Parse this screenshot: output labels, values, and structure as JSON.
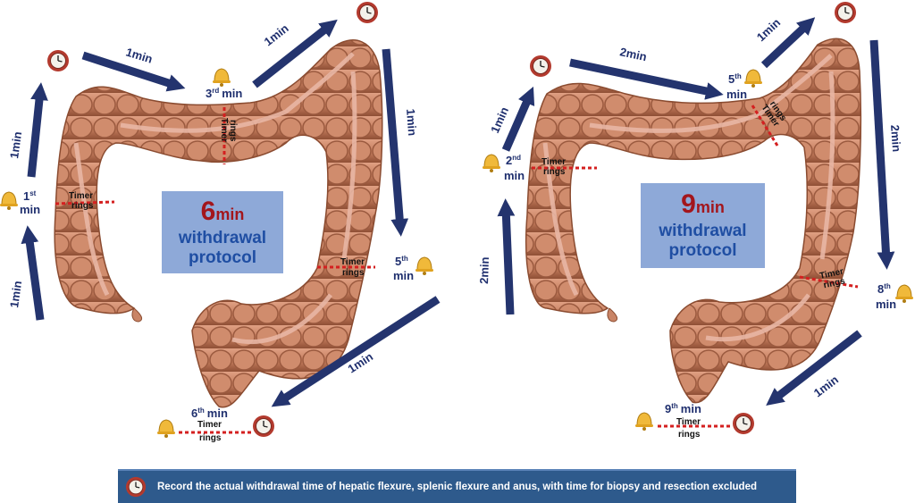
{
  "left": {
    "box": {
      "number": "6",
      "unit": "min",
      "line1": "withdrawal",
      "line2": "protocol"
    },
    "arrows": [
      "1min",
      "1min",
      "1min",
      "1min",
      "1min",
      "1min"
    ],
    "checkpoints": [
      {
        "num": "1",
        "sup": "st",
        "word": "min"
      },
      {
        "num": "3",
        "sup": "rd",
        "word": "min"
      },
      {
        "num": "5",
        "sup": "th",
        "word": "min"
      },
      {
        "num": "6",
        "sup": "th",
        "word": "min"
      }
    ],
    "rings": [
      "Timer",
      "rings"
    ]
  },
  "right": {
    "box": {
      "number": "9",
      "unit": "min",
      "line1": "withdrawal",
      "line2": "protocol"
    },
    "arrows": [
      "2min",
      "1min",
      "2min",
      "1min",
      "2min",
      "1min"
    ],
    "checkpoints": [
      {
        "num": "2",
        "sup": "nd",
        "word": "min"
      },
      {
        "num": "5",
        "sup": "th",
        "word": "min"
      },
      {
        "num": "8",
        "sup": "th",
        "word": "min"
      },
      {
        "num": "9",
        "sup": "th",
        "word": "min"
      }
    ],
    "rings": [
      "Timer",
      "rings"
    ]
  },
  "footer": {
    "text": "Record the actual withdrawal time of hepatic flexure, splenic flexure and  anus, with time for biopsy and resection excluded"
  },
  "colors": {
    "arrow": "#24346e",
    "colon": "#c98466",
    "colon_dark": "#8f4f35",
    "ring_line": "#d42020",
    "box_bg": "#8ea9d8",
    "box_number": "#a3161c",
    "box_text": "#1f4ea3",
    "footer_bg": "#2e5a8c"
  }
}
